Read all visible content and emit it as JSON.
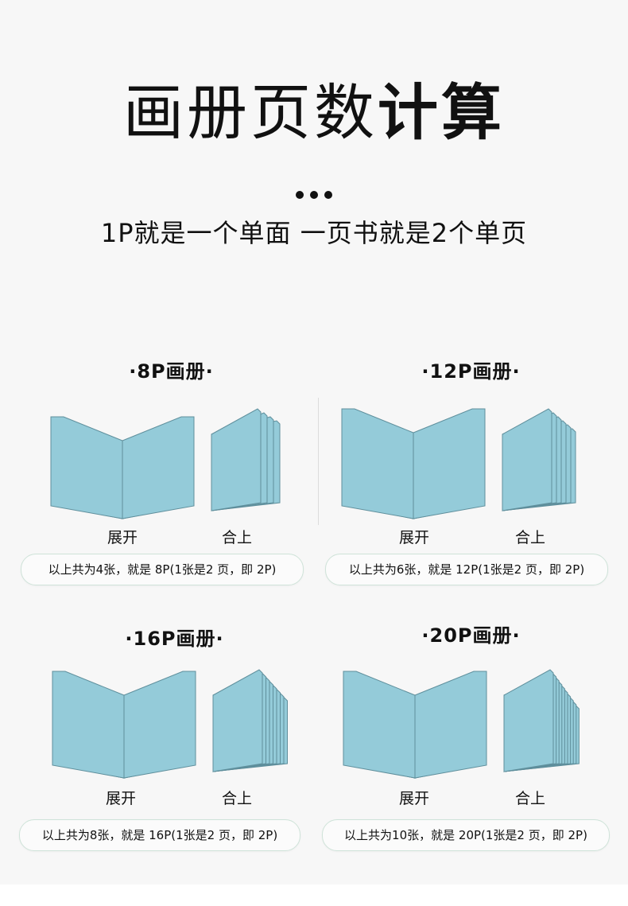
{
  "header": {
    "title_light": "画册页数",
    "title_bold": "计算",
    "subtitle": "1P就是一个单面  一页书就是2个单页"
  },
  "colors": {
    "page": "#94cbd9",
    "edge": "#5f8f9c",
    "accent_border": "#cfe3d9"
  },
  "blocks": [
    {
      "heading": "·8P画册·",
      "open_label": "展开",
      "closed_label": "合上",
      "note": "以上共为4张，就是 8P(1张是2 页，即 2P)",
      "sheets": 4
    },
    {
      "heading": "·12P画册·",
      "open_label": "展开",
      "closed_label": "合上",
      "note": "以上共为6张，就是 12P(1张是2 页，即 2P)",
      "sheets": 6
    },
    {
      "heading": "·16P画册·",
      "open_label": "展开",
      "closed_label": "合上",
      "note": "以上共为8张，就是 16P(1张是2 页，即 2P)",
      "sheets": 8
    },
    {
      "heading": "·20P画册·",
      "open_label": "展开",
      "closed_label": "合上",
      "note": "以上共为10张，就是 20P(1张是2 页，即 2P)",
      "sheets": 10
    }
  ]
}
